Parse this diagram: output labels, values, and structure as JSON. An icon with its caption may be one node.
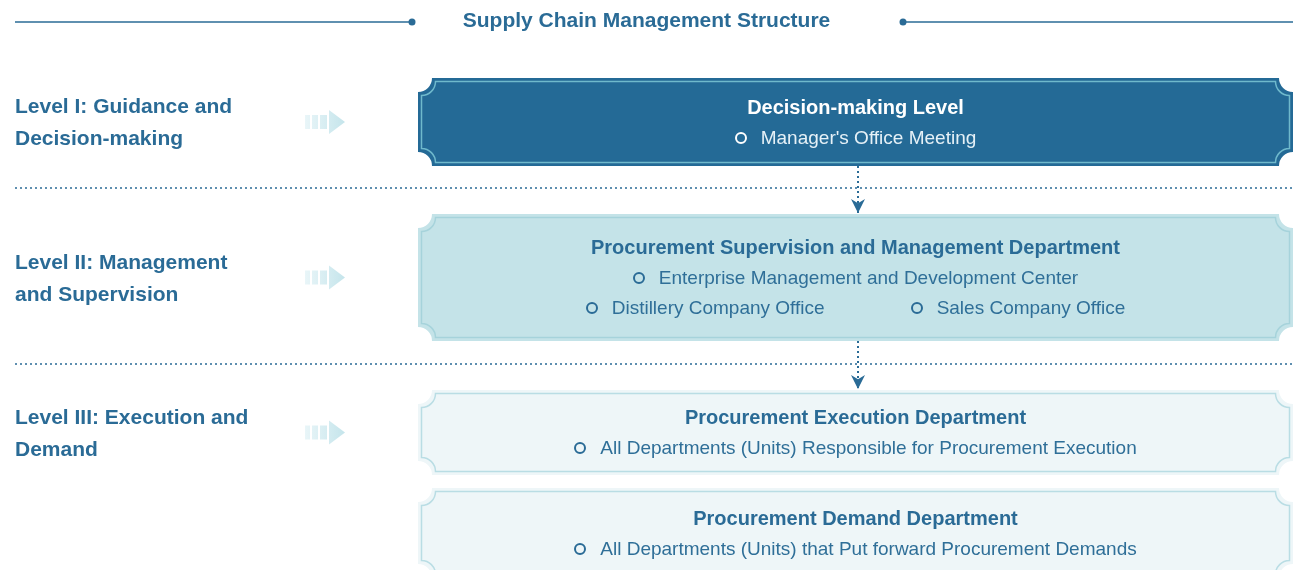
{
  "diagram": {
    "title": "Supply Chain Management Structure",
    "nodes": [
      {
        "text": [
          "Level I: Guidance and Decision-making"
        ]
      },
      {
        "text": [
          "Decision-making Level",
          "Manager's Office Meeting"
        ]
      },
      {
        "text": [
          "Level II: Management and Supervision"
        ]
      },
      {
        "text": [
          "Procurement Supervision and Management Department",
          "Enterprise Management and Development Center",
          "Distillery Company Office",
          "Sales Company Office"
        ]
      },
      {
        "text": [
          "Level III: Execution and Demand"
        ]
      },
      {
        "text": [
          "Procurement Execution Department",
          "All Departments (Units) Responsible for Procurement Execution"
        ]
      },
      {
        "text": [
          "Procurement Demand Department",
          "All Departments (Units) that Put forward Procurement Demands"
        ]
      }
    ],
    "edges": [
      {
        "from": 0,
        "to": 1,
        "arrow": "to"
      },
      {
        "from": 2,
        "to": 3,
        "arrow": "to"
      },
      {
        "from": 4,
        "to": 5,
        "arrow": "to"
      },
      {
        "from": 1,
        "to": 3,
        "arrow": "to",
        "style": "dashed"
      },
      {
        "from": 3,
        "to": 5,
        "arrow": "to",
        "style": "dashed"
      }
    ]
  }
}
